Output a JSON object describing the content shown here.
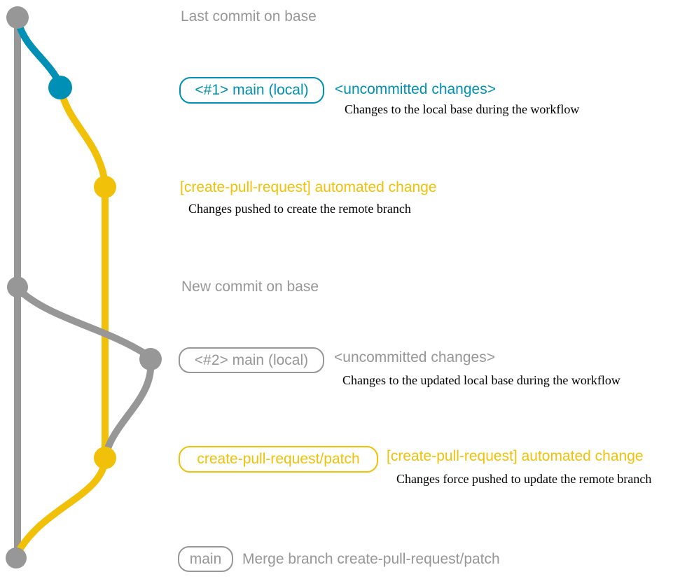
{
  "colors": {
    "base": "#979797",
    "local": "#008fb5",
    "branch": "#f1c109",
    "text": "#000000",
    "bg": "#ffffff"
  },
  "graph": {
    "branches": [
      {
        "name": "base",
        "color": "#979797"
      },
      {
        "name": "main (local)",
        "color": "#008fb5"
      },
      {
        "name": "create-pull-request/patch",
        "color": "#f1c109"
      }
    ],
    "commits": [
      {
        "id": "last-commit-on-base",
        "branch": "base"
      },
      {
        "id": "uncommitted-changes-1",
        "branch": "main (local)"
      },
      {
        "id": "automated-change-1",
        "branch": "create-pull-request/patch"
      },
      {
        "id": "new-commit-on-base",
        "branch": "base"
      },
      {
        "id": "uncommitted-changes-2",
        "branch": "main (local)"
      },
      {
        "id": "automated-change-2",
        "branch": "create-pull-request/patch"
      },
      {
        "id": "merge-commit",
        "branch": "base"
      }
    ]
  },
  "annotations": {
    "row1": {
      "title": "Last commit on base"
    },
    "row2": {
      "badge": "<#1> main (local)",
      "heading": "<uncommitted changes>",
      "detail": "Changes to the local base during the workflow"
    },
    "row3": {
      "heading": "[create-pull-request] automated change",
      "detail": "Changes pushed to create the remote branch"
    },
    "row4": {
      "title": "New commit on base"
    },
    "row5": {
      "badge": "<#2> main (local)",
      "heading": "<uncommitted changes>",
      "detail": "Changes to the updated local base during the workflow"
    },
    "row6": {
      "badge": "create-pull-request/patch",
      "heading": "[create-pull-request] automated change",
      "detail": "Changes force pushed to update the remote branch"
    },
    "row7": {
      "badge": "main",
      "title": "Merge branch create-pull-request/patch"
    }
  }
}
